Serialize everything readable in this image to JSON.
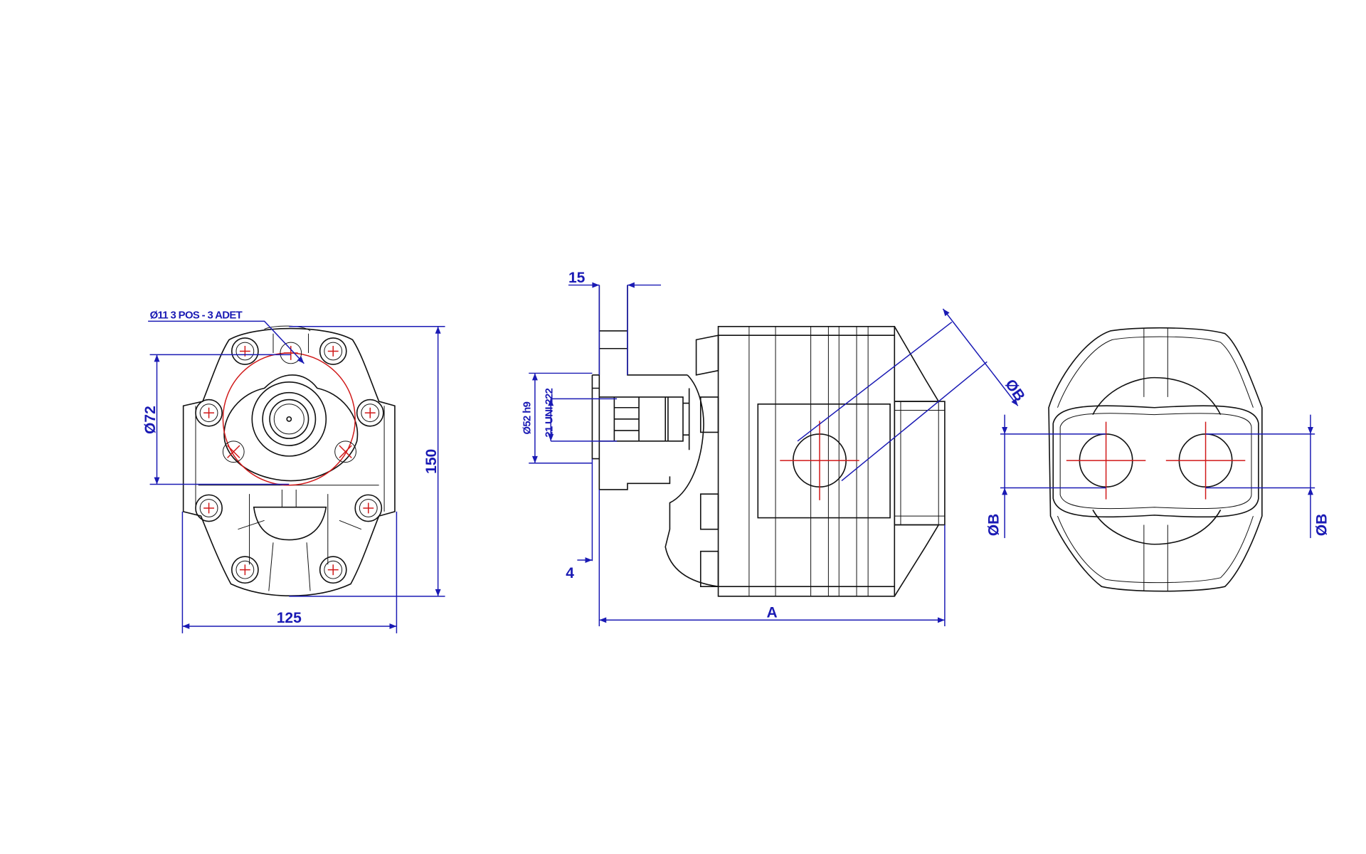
{
  "drawing": {
    "front_view": {
      "hole_note": "Ø11 3 POS - 3 ADET",
      "pilot_diameter": "Ø72",
      "height": "150",
      "width": "125"
    },
    "side_view": {
      "flange_thickness": "15",
      "spigot": "Ø52 h9",
      "spline": "21 UNI 222",
      "spigot_depth": "4",
      "length": "A",
      "port_diameter": "ØB"
    },
    "rear_view": {
      "port_left": "ØB",
      "port_right": "ØB"
    },
    "colors": {
      "dimension": "#1a1ab4",
      "centerline": "#d01818",
      "outline": "#111111"
    }
  }
}
